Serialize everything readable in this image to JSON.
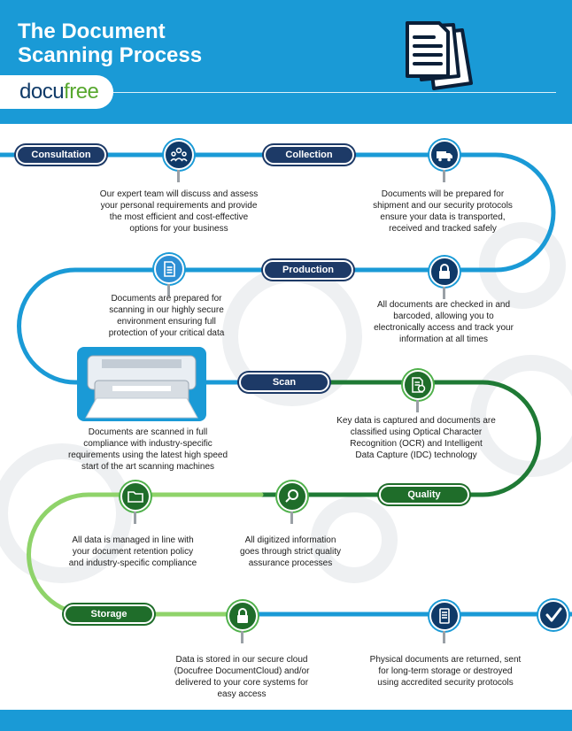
{
  "header": {
    "title_line1": "The Document",
    "title_line2": "Scanning Process",
    "logo_docu": "docu",
    "logo_free": "free"
  },
  "colors": {
    "header_blue": "#1a9ad6",
    "navy": "#0f3a68",
    "pill_navy": "#1d3a67",
    "green_dark": "#1f6d2a",
    "green_line": "#4fb04a",
    "light_green": "#8fd36a"
  },
  "steps": [
    {
      "pill": "Consultation",
      "icon": "team-meeting-icon",
      "lines": [
        "Our expert team will discuss and assess",
        "your personal requirements and provide",
        "the most efficient and cost-effective",
        "options for your business"
      ]
    },
    {
      "pill": "Collection",
      "icon": "truck-icon",
      "lines": [
        "Documents will be prepared for",
        "shipment and our security protocols",
        "ensure your data is transported,",
        "received and tracked safely"
      ]
    },
    {
      "pill": "Production",
      "icon": "lock-icon",
      "lines": [
        "All documents are checked in and",
        "barcoded, allowing you to",
        "electronically access and track your",
        "information at all times"
      ]
    },
    {
      "icon": "document-icon",
      "lines": [
        "Documents are prepared for",
        "scanning in our highly secure",
        "environment ensuring full",
        "protection of your critical data"
      ]
    },
    {
      "pill": "Scan",
      "icon": "printer-icon",
      "lines": [
        "Documents are scanned in full",
        "compliance with industry-specific",
        "requirements using the latest high speed",
        "start of the art scanning machines"
      ]
    },
    {
      "icon": "ocr-document-icon",
      "lines": [
        "Key data is captured and documents are",
        "classified using Optical Character",
        "Recognition (OCR) and Intelligent",
        "Data Capture (IDC) technology"
      ]
    },
    {
      "pill": "Quality",
      "icon": "magnifier-icon",
      "lines": [
        "All digitized information",
        "goes through strict quality",
        "assurance processes"
      ]
    },
    {
      "icon": "folder-icon",
      "lines": [
        "All data is managed in line with",
        "your document retention policy",
        "and industry-specific compliance"
      ]
    },
    {
      "pill": "Storage",
      "icon": "lock-icon",
      "lines": [
        "Data is stored in our secure cloud",
        "(Docufree DocumentCloud) and/or",
        "delivered to your core systems for",
        "easy access"
      ]
    },
    {
      "icon": "server-icon",
      "lines": [
        "Physical documents are returned, sent",
        "for long-term storage or destroyed",
        "using accredited security protocols"
      ]
    },
    {
      "icon": "checkmark-icon"
    }
  ]
}
